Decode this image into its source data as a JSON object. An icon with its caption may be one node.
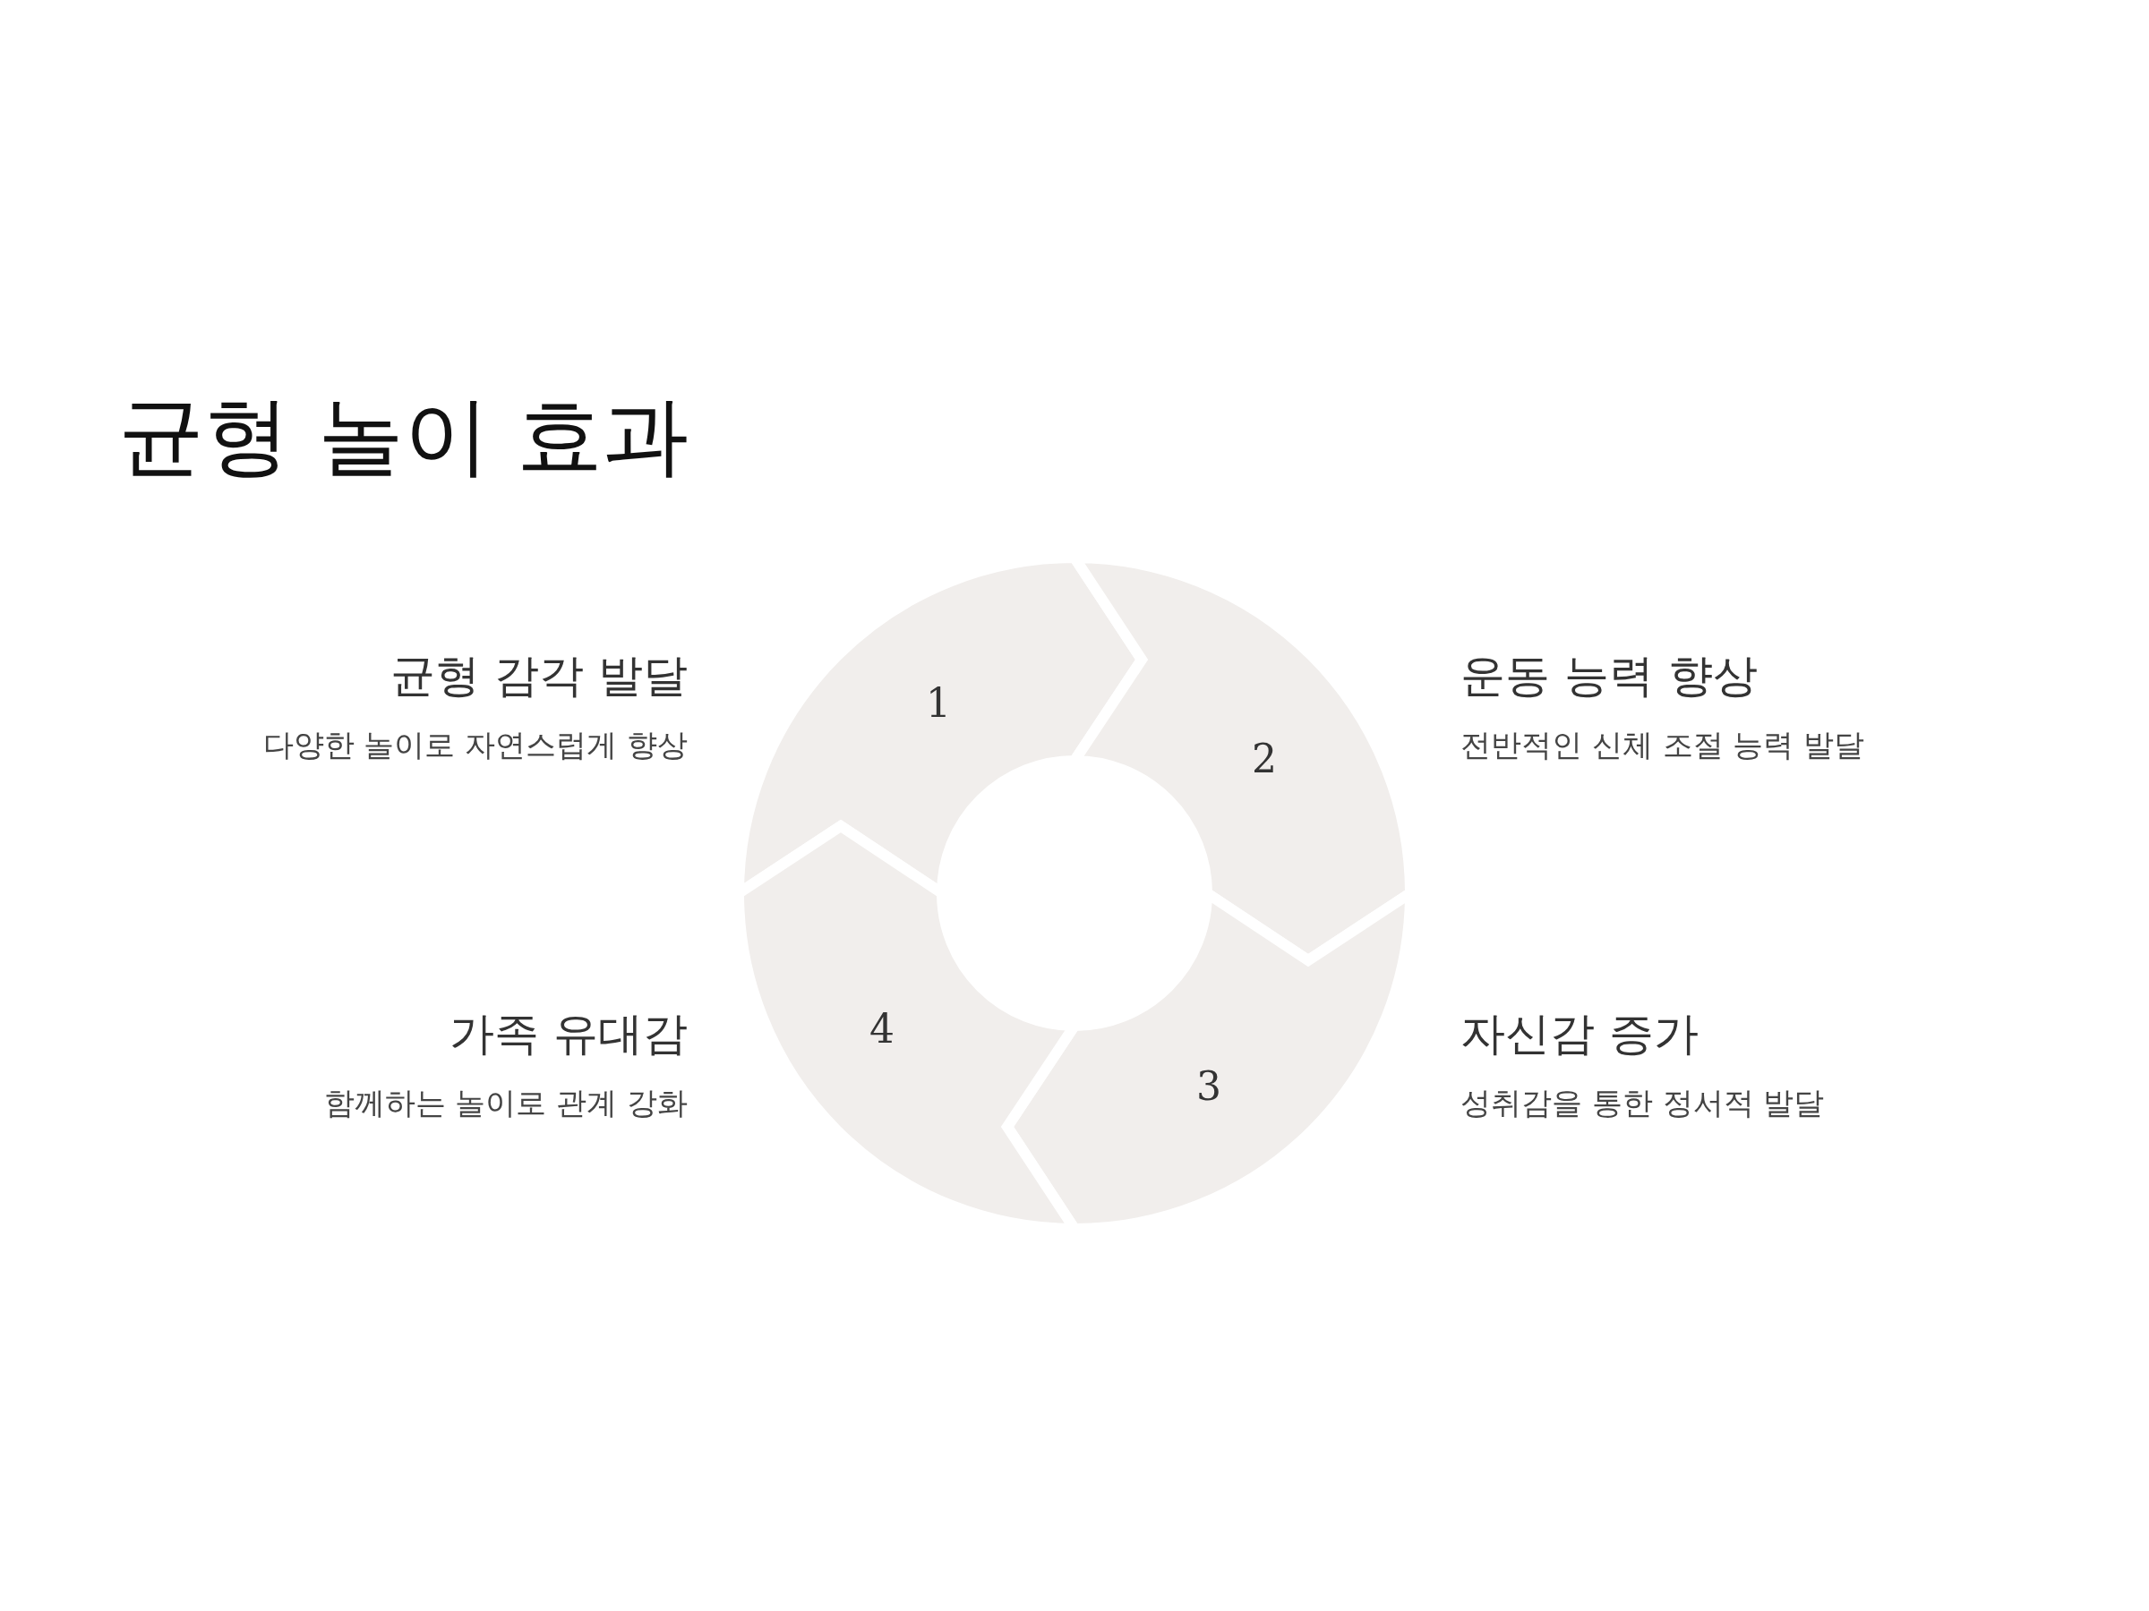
{
  "diagram": {
    "title": "균형 놀이 효과",
    "nodes": [
      {
        "text": [
          "1"
        ],
        "beside": [
          "균형 감각 발달",
          "다양한 놀이로 자연스럽게 향상"
        ]
      },
      {
        "text": [
          "2"
        ],
        "beside": [
          "운동 능력 향상",
          "전반적인 신체 조절 능력 발달"
        ]
      },
      {
        "text": [
          "3"
        ],
        "beside": [
          "자신감 증가",
          "성취감을 통한 정서적 발달"
        ]
      },
      {
        "text": [
          "4"
        ],
        "beside": [
          "가족 유대감",
          "함께하는 놀이로 관계 강화"
        ]
      }
    ],
    "edges": []
  }
}
